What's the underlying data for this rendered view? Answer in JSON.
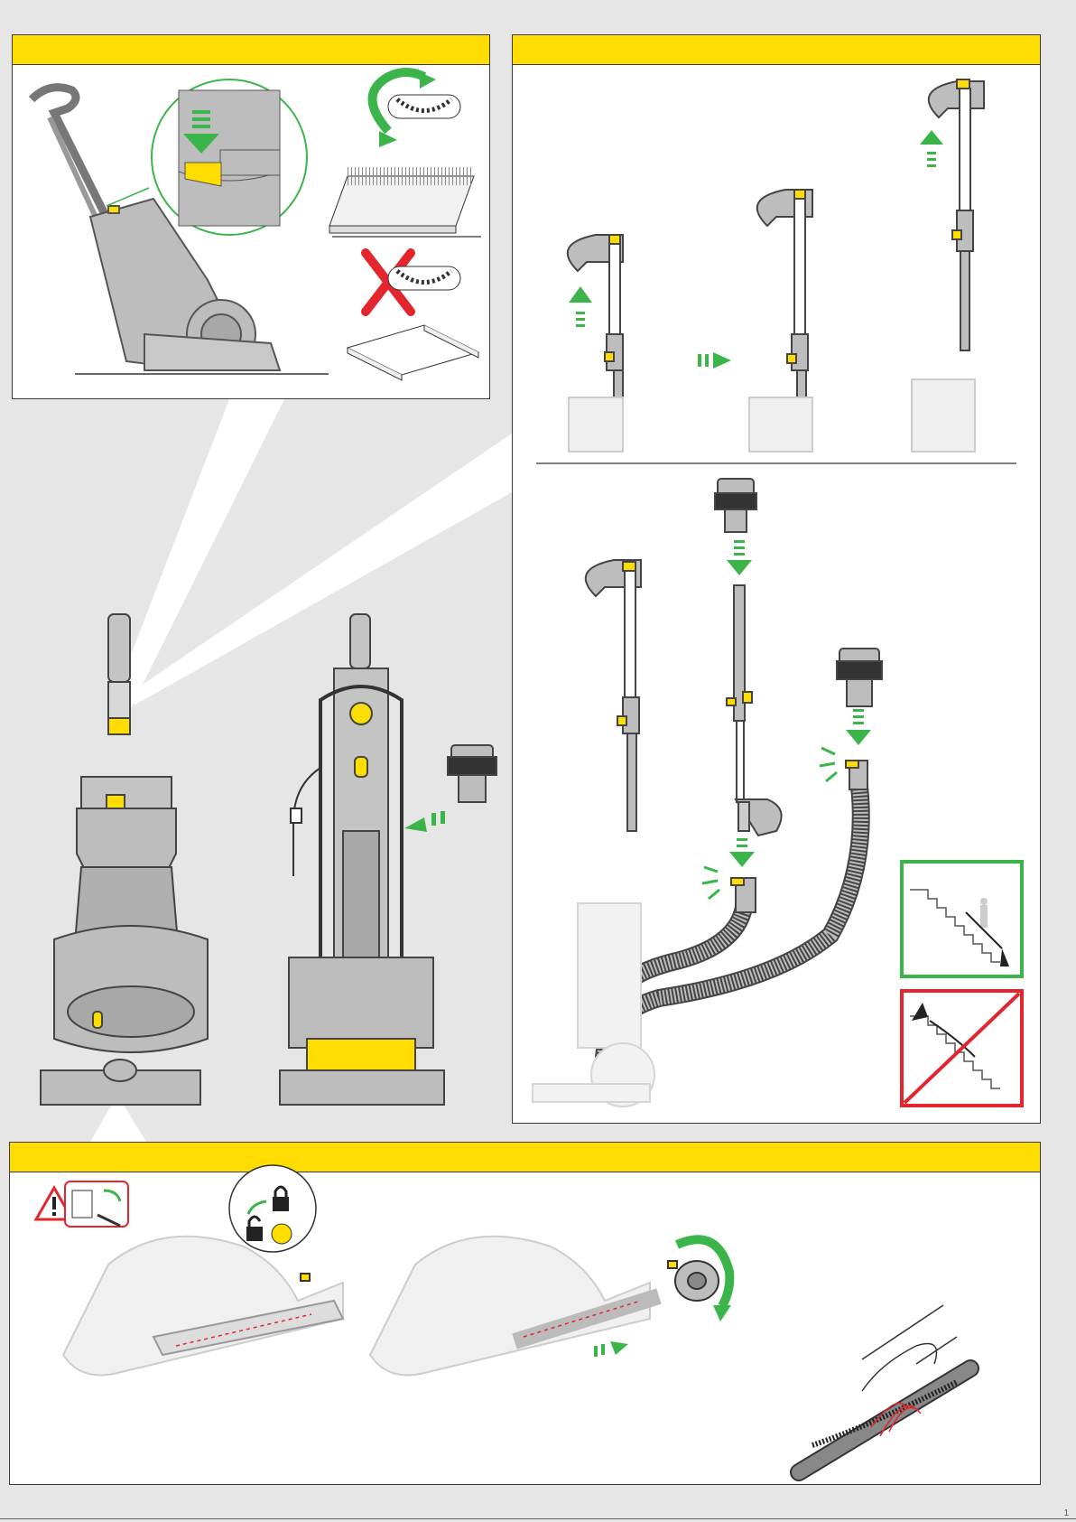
{
  "document": {
    "type": "assembly-instructions",
    "panels": [
      {
        "id": "filter-check",
        "label": ""
      },
      {
        "id": "wand-hose",
        "label": ""
      },
      {
        "id": "brushbar",
        "label": ""
      }
    ],
    "footer_text": "1",
    "colors": {
      "accent_yellow": "#ffdd00",
      "machine_grey": "#bdbdbd",
      "arrow_green": "#3bb54a",
      "warning_red": "#e3262e",
      "safe_green": "#3bb54a",
      "hair_red": "#e3262e"
    },
    "icons": [
      "rotate-arrow-icon",
      "do-not-icon",
      "warning-triangle-icon",
      "unplug-icon",
      "lock-icon",
      "unlock-icon",
      "push-arrow-icon"
    ]
  }
}
